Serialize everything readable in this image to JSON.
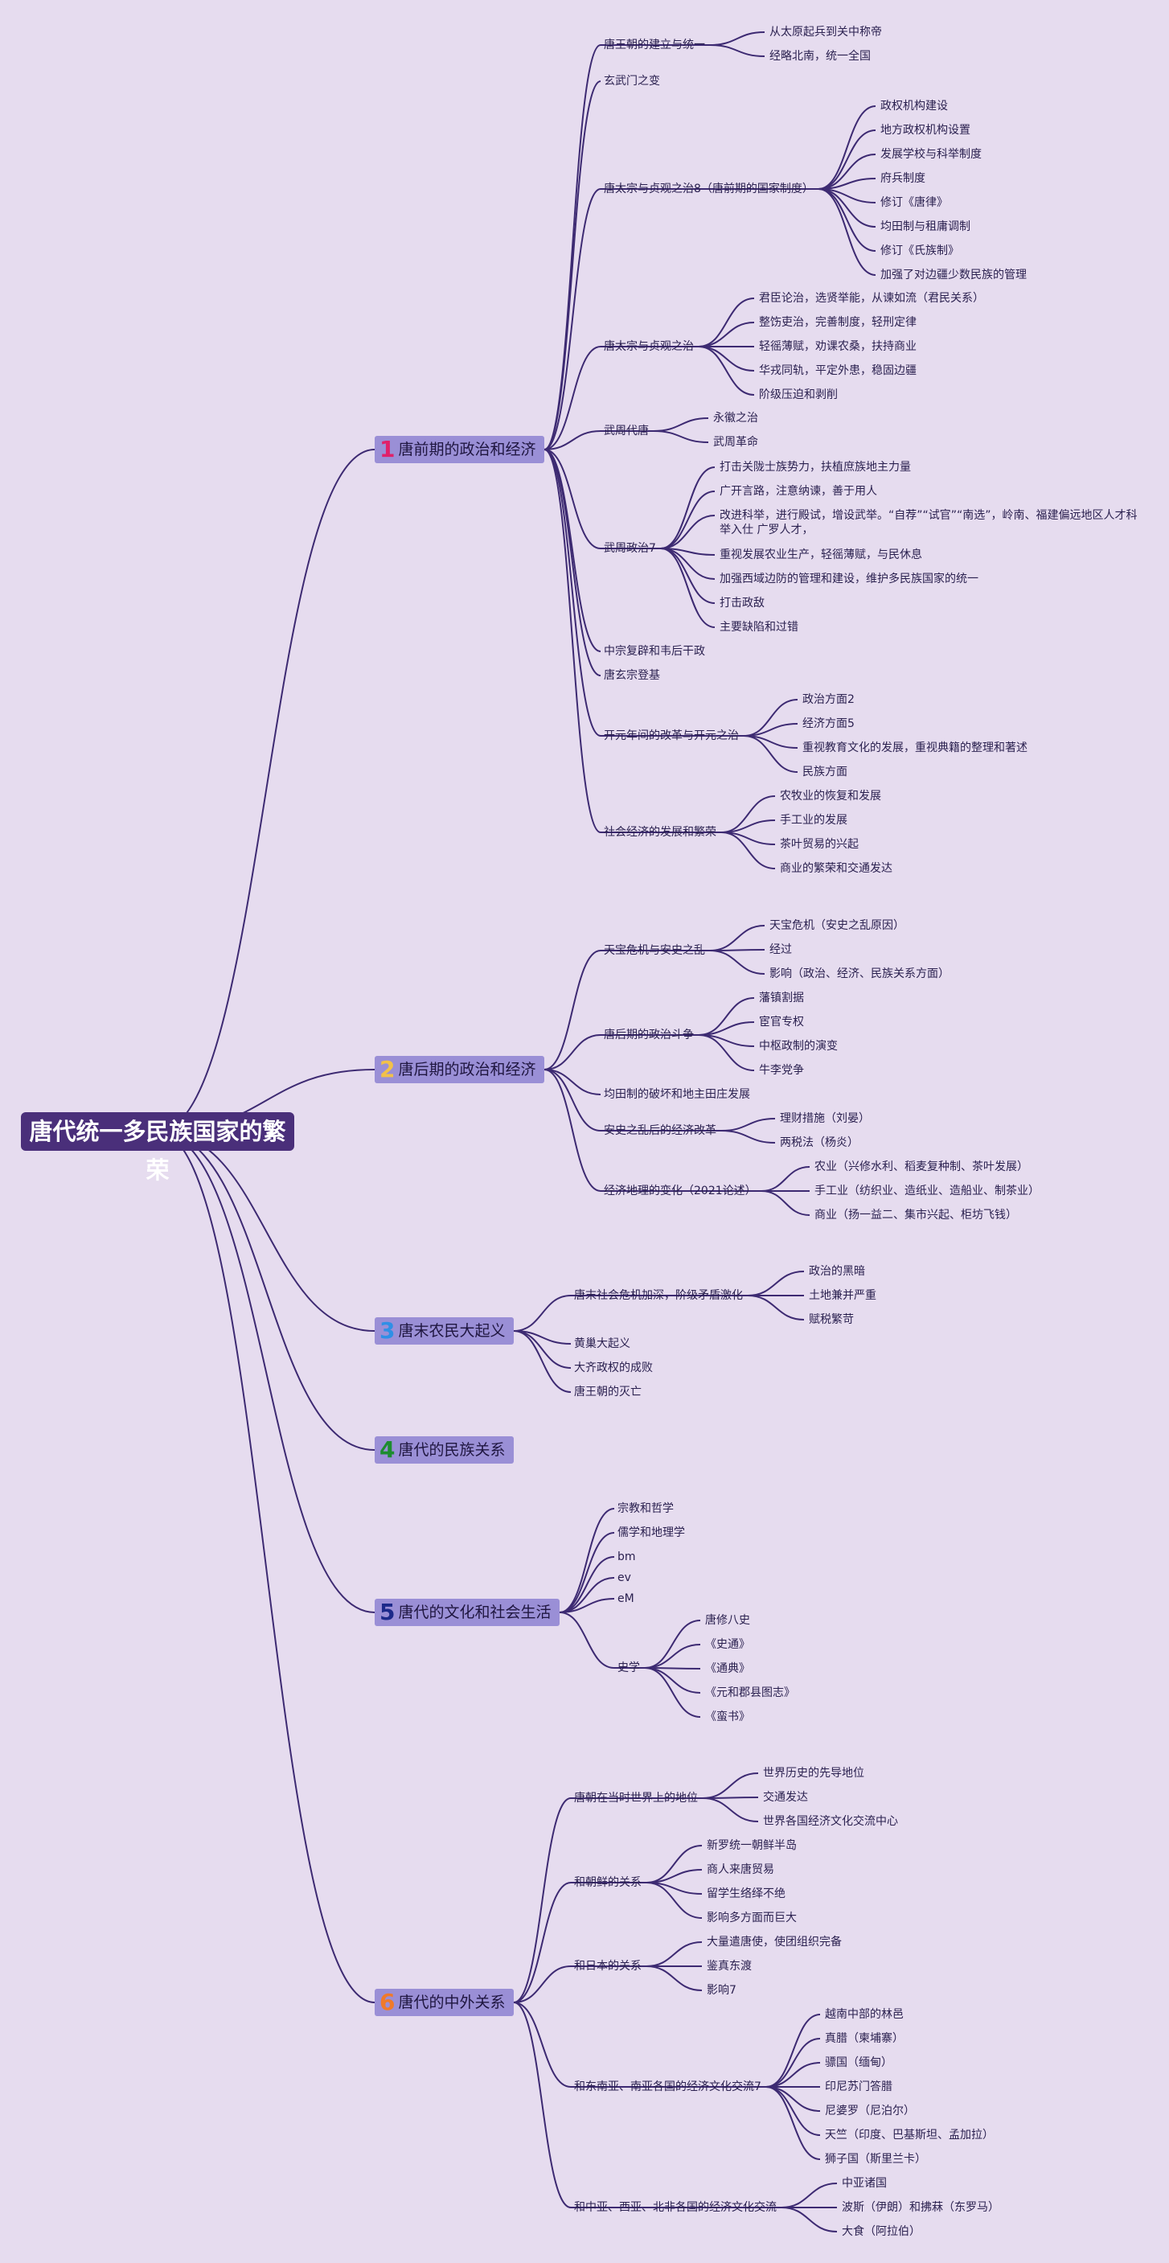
{
  "root": "唐代统一多民族国家的繁荣",
  "branches": [
    {
      "num": "1",
      "num_color": "#e0216a",
      "label": "唐前期的政治和经济"
    },
    {
      "num": "2",
      "num_color": "#f2c14a",
      "label": "唐后期的政治和经济"
    },
    {
      "num": "3",
      "num_color": "#2f8fe6",
      "label": "唐末农民大起义"
    },
    {
      "num": "4",
      "num_color": "#1d8c2f",
      "label": "唐代的民族关系"
    },
    {
      "num": "5",
      "num_color": "#1d2a8a",
      "label": "唐代的文化和社会生活"
    },
    {
      "num": "6",
      "num_color": "#f07a2a",
      "label": "唐代的中外关系"
    }
  ],
  "nodes": {
    "b1": {
      "n1": "唐王朝的建立与统一",
      "n1a": "从太原起兵到关中称帝",
      "n1b": "经略北南，统一全国",
      "n2": "玄武门之变",
      "n3": "唐太宗与贞观之治8（唐前期的国家制度）",
      "n3a": "政权机构建设",
      "n3b": "地方政权机构设置",
      "n3c": "发展学校与科举制度",
      "n3d": "府兵制度",
      "n3e": "修订《唐律》",
      "n3f": "均田制与租庸调制",
      "n3g": "修订《氏族制》",
      "n3h": "加强了对边疆少数民族的管理",
      "n4": "唐太宗与贞观之治",
      "n4a": "君臣论治，选贤举能，从谏如流（君民关系）",
      "n4b": "整饬吏治，完善制度，轻刑定律",
      "n4c": "轻徭薄赋，劝课农桑，扶持商业",
      "n4d": "华戎同轨，平定外患，稳固边疆",
      "n4e": "阶级压迫和剥削",
      "n5": "武周代唐",
      "n5a": "永徽之治",
      "n5b": "武周革命",
      "n6": "武周政治7",
      "n6a": "打击关陇士族势力，扶植庶族地主力量",
      "n6b": "广开言路，注意纳谏，善于用人",
      "n6c": "改进科举，进行殿试，增设武举。“自荐”“试官”“南选”，岭南、福建偏远地区人才科举入仕 广罗人才，",
      "n6d": "重视发展农业生产，轻徭薄赋，与民休息",
      "n6e": "加强西域边防的管理和建设，维护多民族国家的统一",
      "n6f": "打击政敌",
      "n6g": "主要缺陷和过错",
      "n7": "中宗复辟和韦后干政",
      "n8": "唐玄宗登基",
      "n9": "开元年间的改革与开元之治",
      "n9a": "政治方面2",
      "n9b": "经济方面5",
      "n9c": "重视教育文化的发展，重视典籍的整理和著述",
      "n9d": "民族方面",
      "n10": "社会经济的发展和繁荣",
      "n10a": "农牧业的恢复和发展",
      "n10b": "手工业的发展",
      "n10c": "茶叶贸易的兴起",
      "n10d": "商业的繁荣和交通发达"
    },
    "b2": {
      "n1": "天宝危机与安史之乱",
      "n1a": "天宝危机（安史之乱原因）",
      "n1b": "经过",
      "n1c": "影响（政治、经济、民族关系方面）",
      "n2": "唐后期的政治斗争",
      "n2a": "藩镇割据",
      "n2b": "宦官专权",
      "n2c": "中枢政制的演变",
      "n2d": "牛李党争",
      "n3": "均田制的破坏和地主田庄发展",
      "n4": "安史之乱后的经济改革",
      "n4a": "理财措施（刘晏）",
      "n4b": "两税法（杨炎）",
      "n5": "经济地理的变化（2021论述）",
      "n5a": "农业（兴修水利、稻麦复种制、茶叶发展）",
      "n5b": "手工业（纺织业、造纸业、造船业、制茶业）",
      "n5c": "商业（扬一益二、集市兴起、柜坊飞钱）"
    },
    "b3": {
      "n1": "唐末社会危机加深，阶级矛盾激化",
      "n1a": "政治的黑暗",
      "n1b": "土地兼并严重",
      "n1c": "赋税繁苛",
      "n2": "黄巢大起义",
      "n3": "大齐政权的成败",
      "n4": "唐王朝的灭亡"
    },
    "b5": {
      "n1": "宗教和哲学",
      "n2": "儒学和地理学",
      "n3": "bm",
      "n4": "ev",
      "n5": "eM",
      "n6": "史学",
      "n6a": "唐修八史",
      "n6b": "《史通》",
      "n6c": "《通典》",
      "n6d": "《元和郡县图志》",
      "n6e": "《蛮书》"
    },
    "b6": {
      "n1": "唐朝在当时世界上的地位",
      "n1a": "世界历史的先导地位",
      "n1b": "交通发达",
      "n1c": "世界各国经济文化交流中心",
      "n2": "和朝鲜的关系",
      "n2a": "新罗统一朝鲜半岛",
      "n2b": "商人来唐贸易",
      "n2c": "留学生络绎不绝",
      "n2d": "影响多方面而巨大",
      "n3": "和日本的关系",
      "n3a": "大量遣唐使，使团组织完备",
      "n3b": "鉴真东渡",
      "n3c": "影响7",
      "n4": "和东南亚、南亚各国的经济文化交流7",
      "n4a": "越南中部的林邑",
      "n4b": "真腊（柬埔寨）",
      "n4c": "骠国（缅甸）",
      "n4d": "印尼苏门答腊",
      "n4e": "尼婆罗（尼泊尔）",
      "n4f": "天竺（印度、巴基斯坦、孟加拉）",
      "n4g": "狮子国（斯里兰卡）",
      "n5": "和中亚、西亚、北非各国的经济文化交流",
      "n5a": "中亚诸国",
      "n5b": "波斯（伊朗）和拂菻（东罗马）",
      "n5c": "大食（阿拉伯）"
    }
  }
}
